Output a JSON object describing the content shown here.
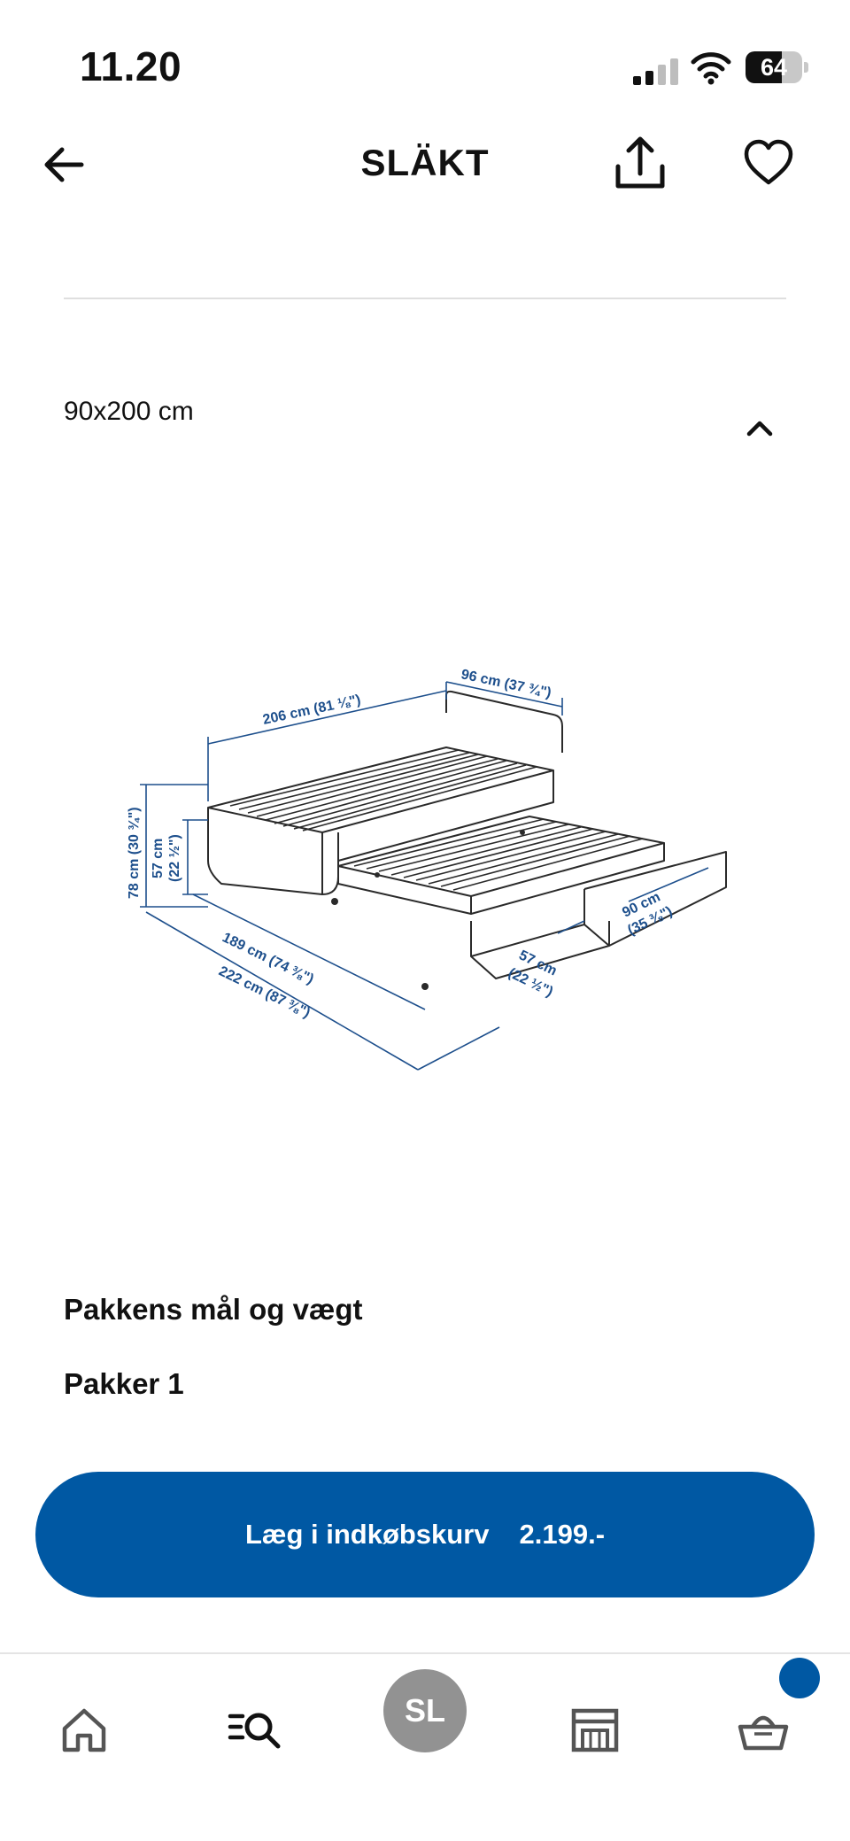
{
  "status_bar": {
    "time": "11.20",
    "battery": "64",
    "battery_level": 0.64
  },
  "header": {
    "title": "SLÄKT"
  },
  "product": {
    "size": "90x200 cm"
  },
  "diagram": {
    "dimensions": {
      "length_total": "206 cm (81 ⅛\")",
      "width": "96 cm (37 ¾\")",
      "height": "78 cm (30 ¾\")",
      "side_height": "57 cm",
      "side_height_in": "(22 ½\")",
      "frame_length": "189 cm (74 ⅜\")",
      "extended_length": "222 cm (87 ⅜\")",
      "drawer_depth": "57 cm",
      "drawer_depth_in": "(22 ½\")",
      "drawer_width": "90 cm",
      "drawer_width_in": "(35 ⅜\")"
    }
  },
  "sections": {
    "package_title": "Pakkens mål og vægt",
    "packages": "Pakker 1"
  },
  "cart": {
    "label": "Læg i indkøbskurv",
    "price": "2.199.-"
  },
  "tabs": {
    "avatar_initials": "SL"
  },
  "colors": {
    "primary": "#0058a3",
    "avatar": "#929292",
    "diagram_dimension": "#1d4f8c"
  },
  "icons": {
    "back": "arrow-left-icon",
    "share": "share-icon",
    "favorite": "heart-icon",
    "size_toggle": "chevron-up-icon",
    "home": "home-icon",
    "search": "search-icon",
    "stores": "store-icon",
    "cart": "shopping-basket-icon"
  }
}
